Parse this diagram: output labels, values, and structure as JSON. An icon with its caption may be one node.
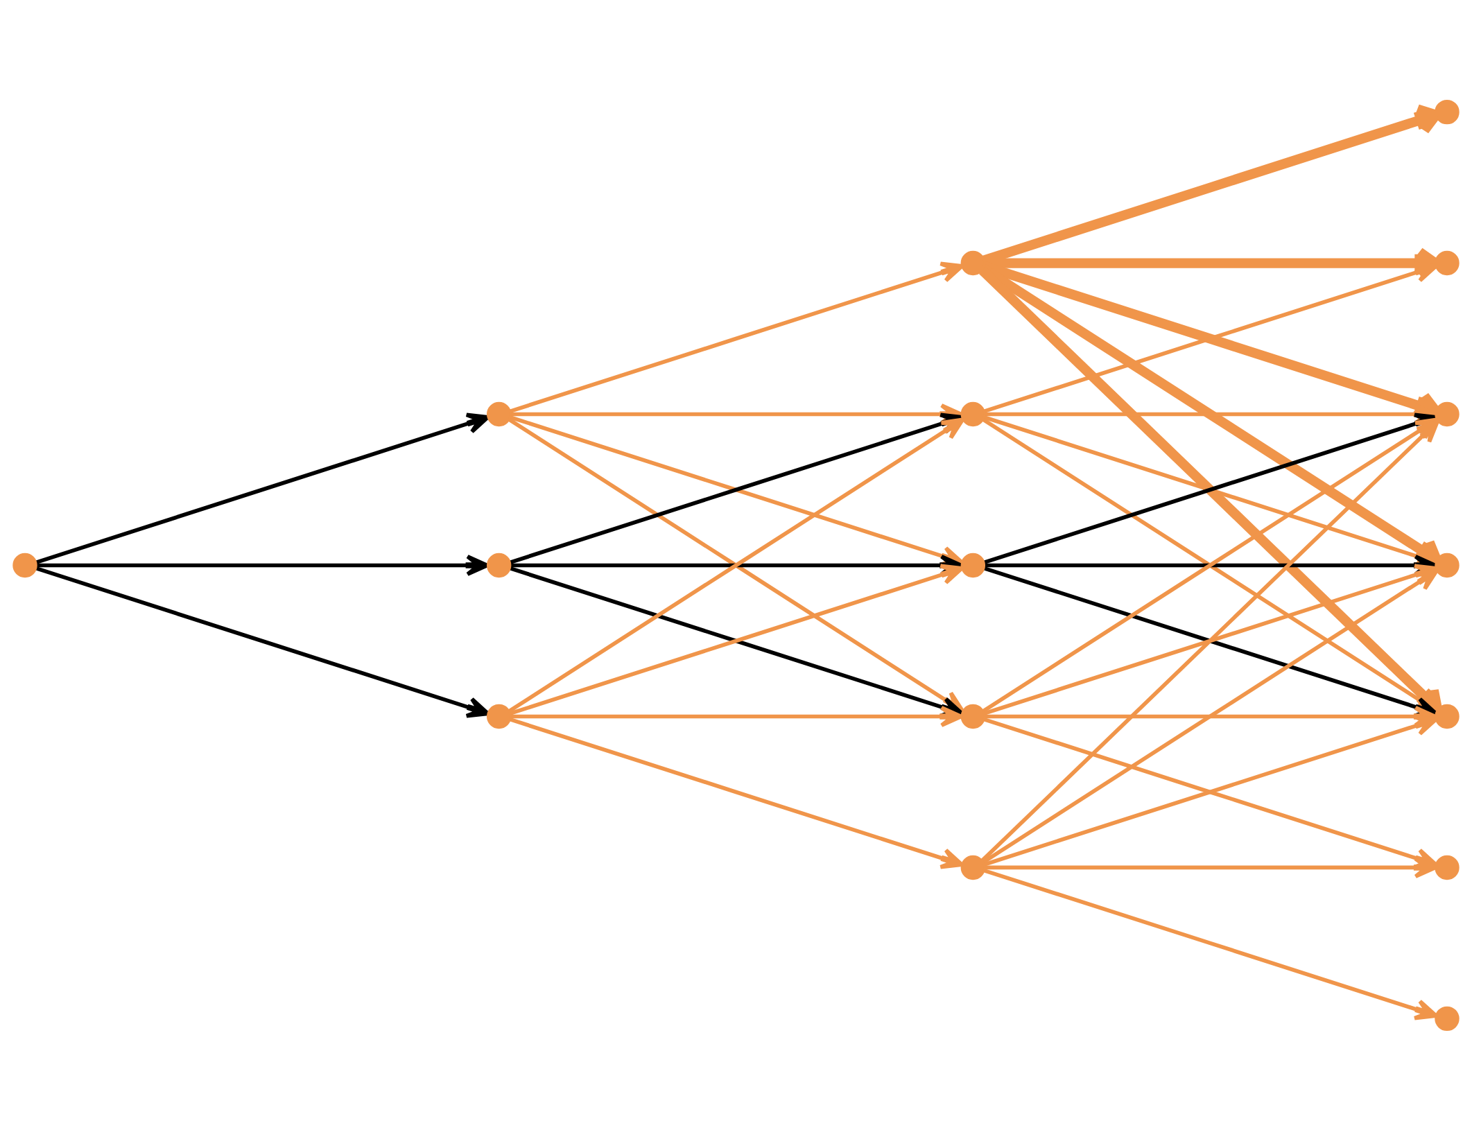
{
  "diagram": {
    "nodes": [
      {
        "text": [],
        "shape": "point"
      },
      {
        "text": [],
        "shape": "point"
      },
      {
        "text": [],
        "shape": "point"
      },
      {
        "text": [],
        "shape": "point"
      },
      {
        "text": [],
        "shape": "point"
      },
      {
        "text": [],
        "shape": "point"
      },
      {
        "text": [],
        "shape": "point"
      },
      {
        "text": [],
        "shape": "point"
      },
      {
        "text": [],
        "shape": "point"
      },
      {
        "text": [],
        "shape": "point"
      },
      {
        "text": [],
        "shape": "point"
      },
      {
        "text": [],
        "shape": "point"
      },
      {
        "text": [],
        "shape": "point"
      },
      {
        "text": [],
        "shape": "point"
      },
      {
        "text": [],
        "shape": "point"
      },
      {
        "text": [],
        "shape": "point"
      }
    ],
    "edges": [
      {
        "from": 0,
        "to": 1,
        "arrow": "to",
        "color": "#000000"
      },
      {
        "from": 0,
        "to": 2,
        "arrow": "to",
        "color": "#000000"
      },
      {
        "from": 0,
        "to": 3,
        "arrow": "to",
        "color": "#000000"
      },
      {
        "from": 1,
        "to": 4,
        "arrow": "to"
      },
      {
        "from": 1,
        "to": 5,
        "arrow": "to"
      },
      {
        "from": 1,
        "to": 6,
        "arrow": "to"
      },
      {
        "from": 1,
        "to": 7,
        "arrow": "to"
      },
      {
        "from": 2,
        "to": 5,
        "arrow": "to",
        "color": "#000000"
      },
      {
        "from": 2,
        "to": 6,
        "arrow": "to",
        "color": "#000000"
      },
      {
        "from": 2,
        "to": 7,
        "arrow": "to",
        "color": "#000000"
      },
      {
        "from": 3,
        "to": 5,
        "arrow": "to"
      },
      {
        "from": 3,
        "to": 6,
        "arrow": "to"
      },
      {
        "from": 3,
        "to": 7,
        "arrow": "to"
      },
      {
        "from": 3,
        "to": 8,
        "arrow": "to"
      },
      {
        "from": 4,
        "to": 9,
        "arrow": "to",
        "style": "thick"
      },
      {
        "from": 4,
        "to": 10,
        "arrow": "to",
        "style": "thick"
      },
      {
        "from": 4,
        "to": 11,
        "arrow": "to",
        "style": "thick"
      },
      {
        "from": 4,
        "to": 12,
        "arrow": "to",
        "style": "thick"
      },
      {
        "from": 4,
        "to": 13,
        "arrow": "to",
        "style": "thick"
      },
      {
        "from": 5,
        "to": 10,
        "arrow": "to"
      },
      {
        "from": 5,
        "to": 11,
        "arrow": "to"
      },
      {
        "from": 5,
        "to": 12,
        "arrow": "to"
      },
      {
        "from": 5,
        "to": 13,
        "arrow": "to"
      },
      {
        "from": 6,
        "to": 11,
        "arrow": "to",
        "color": "#000000"
      },
      {
        "from": 6,
        "to": 12,
        "arrow": "to",
        "color": "#000000"
      },
      {
        "from": 6,
        "to": 13,
        "arrow": "to",
        "color": "#000000"
      },
      {
        "from": 7,
        "to": 11,
        "arrow": "to"
      },
      {
        "from": 7,
        "to": 12,
        "arrow": "to"
      },
      {
        "from": 7,
        "to": 13,
        "arrow": "to"
      },
      {
        "from": 7,
        "to": 14,
        "arrow": "to"
      },
      {
        "from": 8,
        "to": 11,
        "arrow": "to"
      },
      {
        "from": 8,
        "to": 12,
        "arrow": "to"
      },
      {
        "from": 8,
        "to": 13,
        "arrow": "to"
      },
      {
        "from": 8,
        "to": 14,
        "arrow": "to"
      },
      {
        "from": 8,
        "to": 15,
        "arrow": "to"
      }
    ]
  }
}
